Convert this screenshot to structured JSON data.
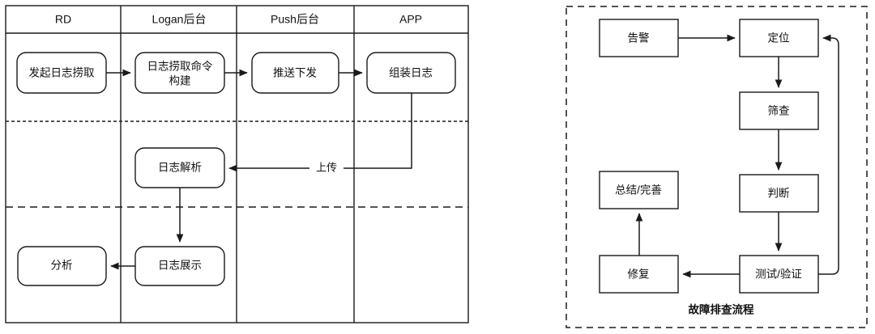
{
  "left_diagram": {
    "name": "log-retrieval-swimlane",
    "columns": [
      {
        "label": "RD"
      },
      {
        "label": "Logan后台"
      },
      {
        "label": "Push后台"
      },
      {
        "label": "APP"
      }
    ],
    "nodes": [
      {
        "id": "initiate",
        "label": "发起日志捞取"
      },
      {
        "id": "build-cmd",
        "label": "日志捞取命令构建"
      },
      {
        "id": "push-deliver",
        "label": "推送下发"
      },
      {
        "id": "assemble-log",
        "label": "组装日志"
      },
      {
        "id": "parse-log",
        "label": "日志解析"
      },
      {
        "id": "display-log",
        "label": "日志展示"
      },
      {
        "id": "analyze",
        "label": "分析"
      }
    ],
    "edge_labels": [
      {
        "id": "upload",
        "label": "上传"
      }
    ]
  },
  "right_diagram": {
    "name": "fault-troubleshooting-flow",
    "caption": "故障排查流程",
    "nodes": [
      {
        "id": "alert",
        "label": "告警"
      },
      {
        "id": "locate",
        "label": "定位"
      },
      {
        "id": "screen",
        "label": "筛查"
      },
      {
        "id": "judge",
        "label": "判断"
      },
      {
        "id": "test-verify",
        "label": "测试/验证"
      },
      {
        "id": "repair",
        "label": "修复"
      },
      {
        "id": "summarize",
        "label": "总结/完善"
      }
    ]
  },
  "colors": {
    "stroke": "#1a1a1a",
    "fill": "#ffffff",
    "text": "#111111",
    "background": "#ffffff"
  }
}
